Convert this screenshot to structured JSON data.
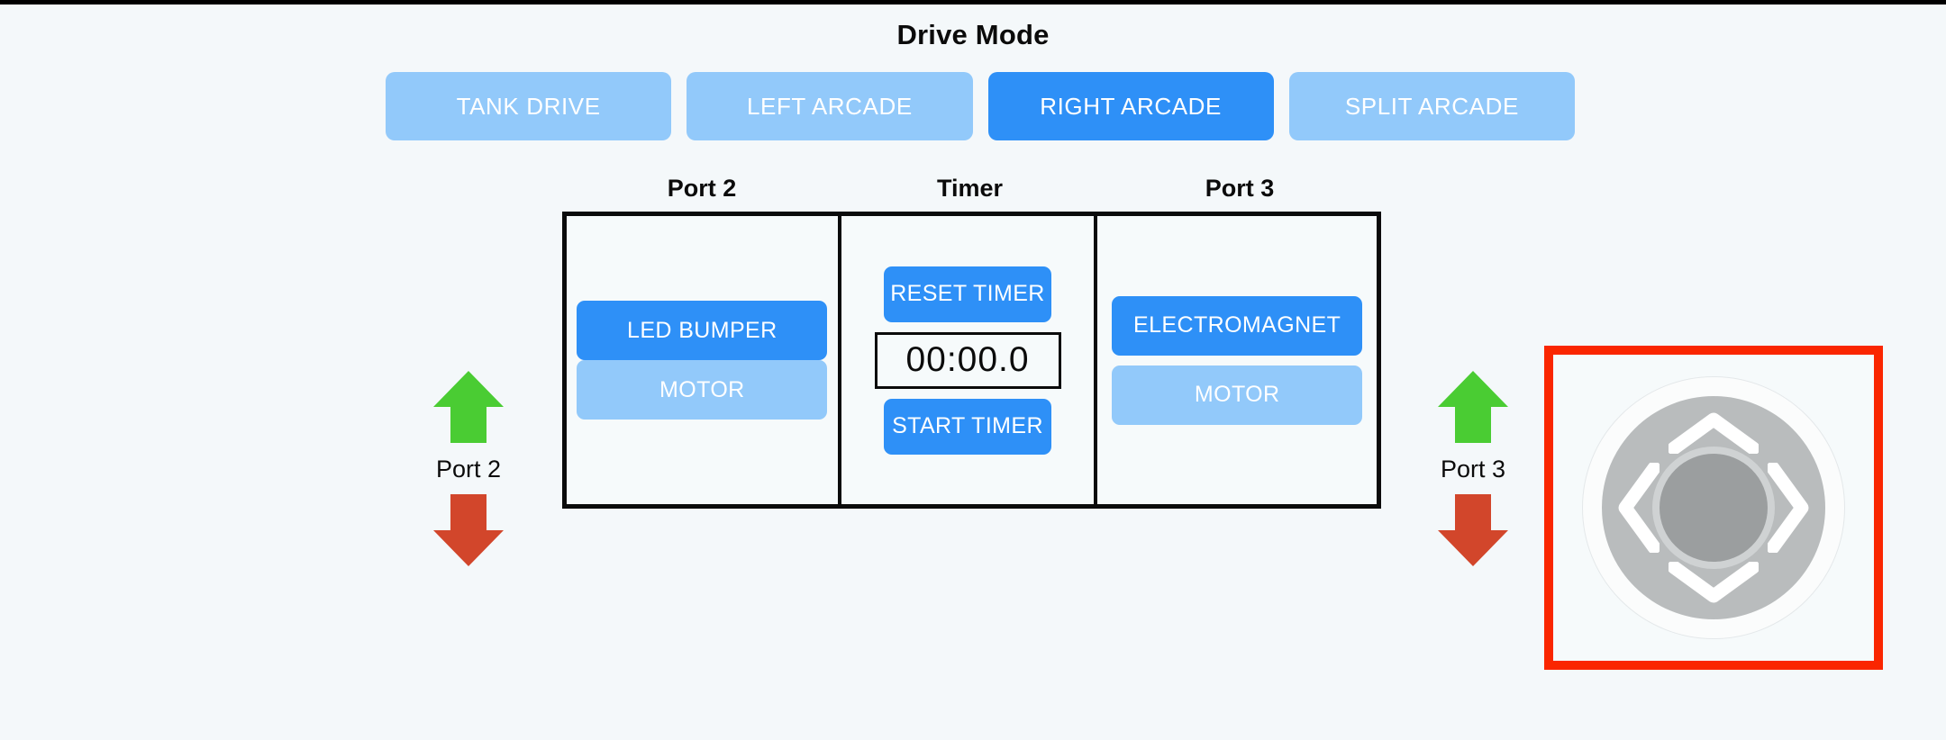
{
  "drive_mode": {
    "title": "Drive Mode",
    "options": [
      {
        "label": "TANK DRIVE",
        "active": false
      },
      {
        "label": "LEFT ARCADE",
        "active": false
      },
      {
        "label": "RIGHT ARCADE",
        "active": true
      },
      {
        "label": "SPLIT ARCADE",
        "active": false
      }
    ],
    "selected": "RIGHT ARCADE"
  },
  "panels": {
    "port2": {
      "header": "Port 2",
      "buttons": [
        {
          "label": "LED BUMPER",
          "state": "on"
        },
        {
          "label": "MOTOR",
          "state": "off"
        }
      ]
    },
    "timer": {
      "header": "Timer",
      "reset_label": "RESET TIMER",
      "start_label": "START TIMER",
      "display": "00:00.0"
    },
    "port3": {
      "header": "Port 3",
      "buttons": [
        {
          "label": "ELECTROMAGNET",
          "state": "on"
        },
        {
          "label": "MOTOR",
          "state": "off"
        }
      ]
    }
  },
  "port_controls": [
    {
      "label": "Port 2",
      "up_icon": "green-up-arrow-icon",
      "down_icon": "red-down-arrow-icon"
    },
    {
      "label": "Port 3",
      "up_icon": "green-up-arrow-icon",
      "down_icon": "red-down-arrow-icon"
    }
  ],
  "dpad": {
    "icon": "dpad-icon",
    "directions": [
      "up",
      "right",
      "down",
      "left"
    ],
    "highlighted": true
  },
  "colors": {
    "background": "#f4f8fa",
    "accent_active": "#2e90f7",
    "accent_inactive": "#92c9fa",
    "arrow_up": "#4acc33",
    "arrow_down": "#d2462b",
    "highlight_border": "#fa2600",
    "panel_border": "#0b0b0b"
  }
}
